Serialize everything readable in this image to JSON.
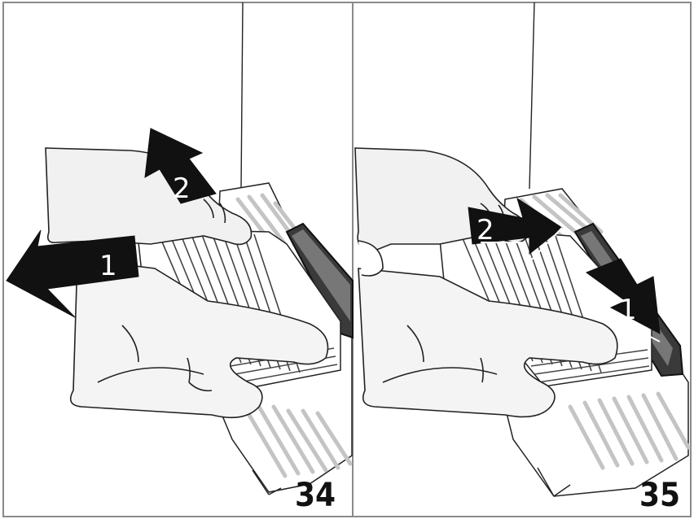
{
  "panels": [
    {
      "figure_number": "34",
      "steps": [
        {
          "label": "1",
          "direction": "left"
        },
        {
          "label": "2",
          "direction": "up-left"
        }
      ]
    },
    {
      "figure_number": "35",
      "steps": [
        {
          "label": "1",
          "direction": "down-right"
        },
        {
          "label": "2",
          "direction": "right"
        }
      ]
    }
  ],
  "colors": {
    "ink": "#111111",
    "skin_shadow": "#e9e9e9",
    "comb_guide": "#c8c8c8",
    "frame": "#888888"
  }
}
